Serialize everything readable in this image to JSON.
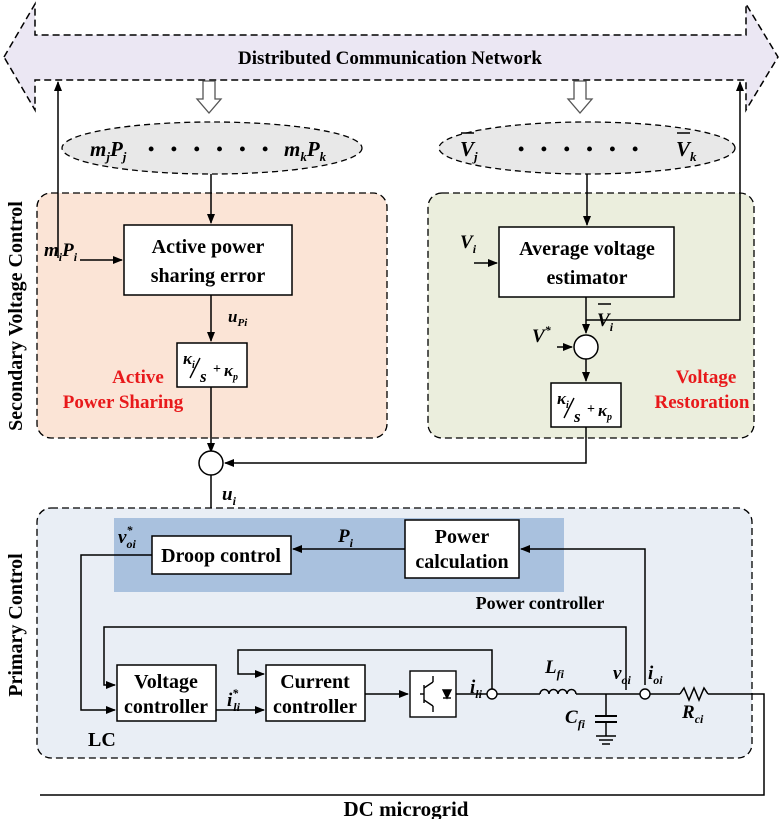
{
  "network": {
    "title": "Distributed Communication Network"
  },
  "side_labels": {
    "secondary": "Secondary Voltage Control",
    "primary": "Primary Control"
  },
  "neighbors": {
    "left": {
      "a": "m",
      "a_sub": "j",
      "b": "P",
      "b_sub": "j",
      "c": "m",
      "c_sub": "k",
      "d": "P",
      "d_sub": "k"
    },
    "right": {
      "a": "V",
      "a_sub": "j",
      "b": "V",
      "b_sub": "k"
    },
    "dots": "• • • • • •"
  },
  "secondary": {
    "left": {
      "input_m": "m",
      "input_m_sub": "i",
      "input_p": "P",
      "input_p_sub": "i",
      "block_line1": "Active power",
      "block_line2": "sharing error",
      "signal": "u",
      "signal_sub": "Pi",
      "label_line1": "Active",
      "label_line2": "Power Sharing"
    },
    "right": {
      "input": "V",
      "input_sub": "i",
      "block_line1": "Average voltage",
      "block_line2": "estimator",
      "avg": "V",
      "avg_sub": "i",
      "ref": "V",
      "ref_sup": "*",
      "label_line1": "Voltage",
      "label_line2": "Restoration"
    },
    "pi": {
      "ki": "κ",
      "ki_sub": "i",
      "s": "s",
      "plus": "+",
      "kp": "κ",
      "kp_sub": "p"
    }
  },
  "sum_output": {
    "signal": "u",
    "sub": "i"
  },
  "primary": {
    "droop": "Droop control",
    "vref": "v",
    "vref_sup": "*",
    "vref_sub": "oi",
    "pi_sig": "P",
    "pi_sig_sub": "i",
    "power_calc_line1": "Power",
    "power_calc_line2": "calculation",
    "power_controller": "Power controller",
    "voltage_ctrl_line1": "Voltage",
    "voltage_ctrl_line2": "controller",
    "iref": "i",
    "iref_sup": "*",
    "iref_sub": "li",
    "current_ctrl_line1": "Current",
    "current_ctrl_line2": "controller",
    "ili": "i",
    "ili_sub": "li",
    "lfi": "L",
    "lfi_sub": "fi",
    "cfi": "C",
    "cfi_sub": "fi",
    "voi": "v",
    "voi_sub": "oi",
    "ioi": "i",
    "ioi_sub": "oi",
    "rci": "R",
    "rci_sub": "ci",
    "lc": "LC"
  },
  "bus": {
    "label": "DC microgrid"
  },
  "colors": {
    "network_fill": "#ebe7f3",
    "ellipse_fill": "#e8e8e8",
    "left_panel": "#fbe4d6",
    "right_panel": "#ebeedd",
    "primary_panel": "#e9eef5",
    "power_ctrl_band": "#a9c1de",
    "accent_red": "#e8191b"
  }
}
